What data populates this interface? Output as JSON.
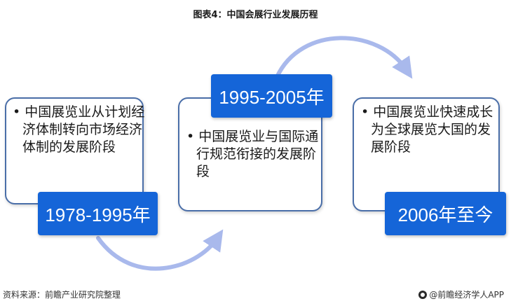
{
  "title": "图表4：中国会展行业发展历程",
  "stages": [
    {
      "period": "1978-1995年",
      "description": "中国展览业从计划经济体制转向市场经济体制的发展阶段"
    },
    {
      "period": "1995-2005年",
      "description": "中国展览业与国际通行规范衔接的发展阶段"
    },
    {
      "period": "2006年至今",
      "description": "中国展览业快速成长为全球展览大国的发展阶段"
    }
  ],
  "footer": {
    "source": "资料来源：前瞻产业研究院整理",
    "brand": "@前瞻经济学人APP"
  },
  "colors": {
    "accent": "#1565d8",
    "border": "#4a6ea8",
    "arrow": "#a9b9ec"
  }
}
